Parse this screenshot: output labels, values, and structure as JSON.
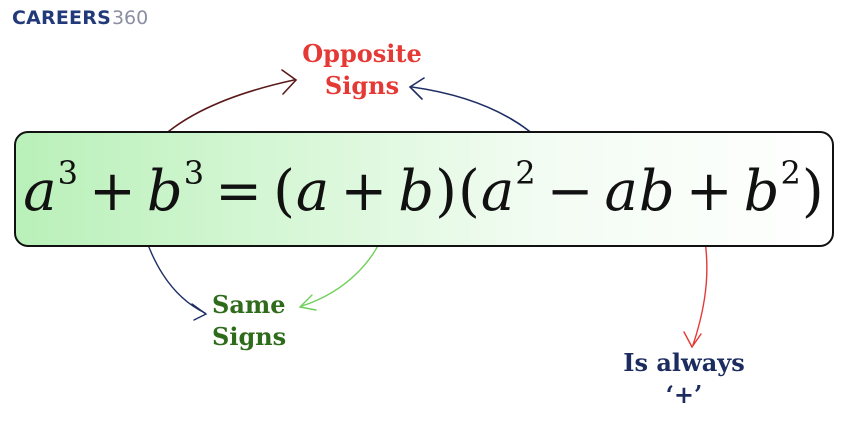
{
  "logo": {
    "word": "CAREERS",
    "number": "360"
  },
  "formula": {
    "a": "a",
    "b": "b",
    "exp3": "3",
    "exp2": "2",
    "plus": "+",
    "minus": "−",
    "equals": "=",
    "lparen": "(",
    "rparen": ")"
  },
  "annotations": {
    "opposite_line1": "Opposite",
    "opposite_line2": "Signs",
    "same_line1": "Same",
    "same_line2": "Signs",
    "always_line1": "Is always",
    "always_line2": "‘+’"
  },
  "colors": {
    "opposite": "#e53935",
    "opposite_arrow_left": "#5a1a1a",
    "opposite_arrow_right": "#1f2f66",
    "same": "#2e6b1a",
    "same_arrow_left": "#1f2f66",
    "same_arrow_right": "#6fcf5a",
    "always": "#1c2c5e",
    "always_arrow": "#e53935",
    "logo_word": "#233a7a",
    "logo_number": "#8a8fa3"
  }
}
